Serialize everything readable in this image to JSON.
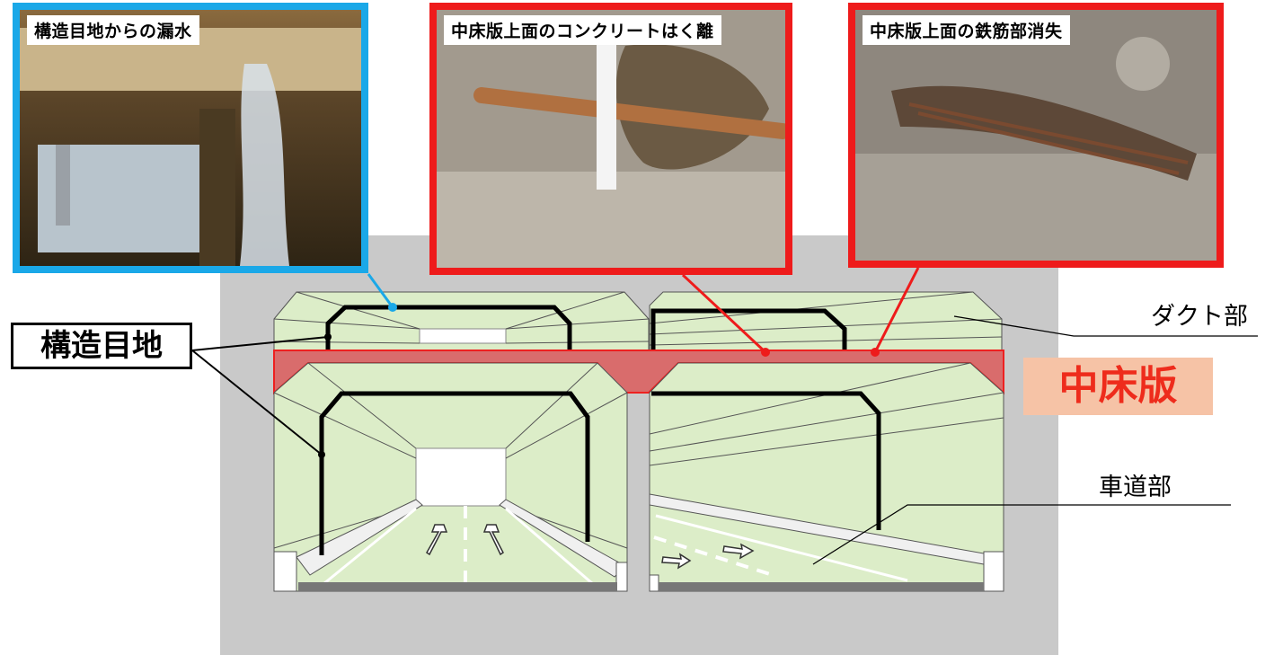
{
  "photos": {
    "leak": {
      "caption": "構造目地からの漏水",
      "border_color": "#1aa8e8"
    },
    "spall": {
      "caption": "中床版上面のコンクリートはく離",
      "border_color": "#ee1b1b"
    },
    "rebar": {
      "caption": "中床版上面の鉄筋部消失",
      "border_color": "#ee1b1b"
    }
  },
  "labels": {
    "structural_joint": "構造目地",
    "mid_slab": "中床版",
    "duct": "ダクト部",
    "roadway": "車道部"
  },
  "colors": {
    "tunnel_fill": "#dcedc8",
    "slab_fill": "#d96c6c",
    "background_block": "#c9c9c9",
    "joint_line": "#000000",
    "mid_slab_label_bg": "#f6c3a6",
    "mid_slab_label_text": "#ee2c1c"
  }
}
